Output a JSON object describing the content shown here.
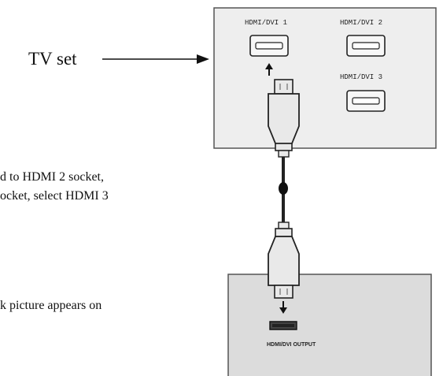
{
  "diagram": {
    "tv_label": "TV set",
    "text_lines": [
      "d to HDMI 2 socket,",
      "ocket, select HDMI 3",
      "k picture appears on"
    ],
    "tv_panel": {
      "ports": [
        {
          "label": "HDMI/DVI 1"
        },
        {
          "label": "HDMI/DVI 2"
        },
        {
          "label": "HDMI/DVI 3"
        }
      ]
    },
    "source_device": {
      "output_label": "HDMI/DVI OUTPUT"
    },
    "colors": {
      "panel_fill": "#eeeeee",
      "device_fill": "#dcdcdc",
      "border": "#555555",
      "connector": "#e9e9e9",
      "cable": "#222222"
    }
  }
}
